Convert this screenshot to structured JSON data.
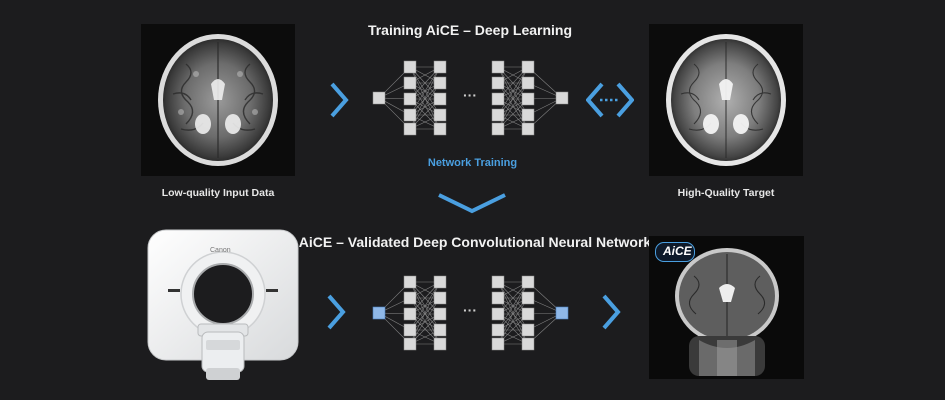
{
  "top": {
    "title": "Training AiCE – Deep Learning",
    "input_caption": "Low-quality Input Data",
    "target_caption": "High-Quality Target",
    "training_label": "Network Training"
  },
  "bottom": {
    "title": "AiCE – Validated Deep Convolutional Neural Network",
    "badge_text": "AiCE",
    "scanner_brand": "Canon"
  },
  "network": {
    "ellipsis": "···"
  },
  "colors": {
    "accent_blue": "#4a9fe0",
    "background": "#1c1c1e",
    "node_gray": "#d9d9d9",
    "node_blue": "#8fb8e8"
  },
  "icons": [
    "chevron-right-icon",
    "double-arrow-icon",
    "chevron-down-icon"
  ]
}
